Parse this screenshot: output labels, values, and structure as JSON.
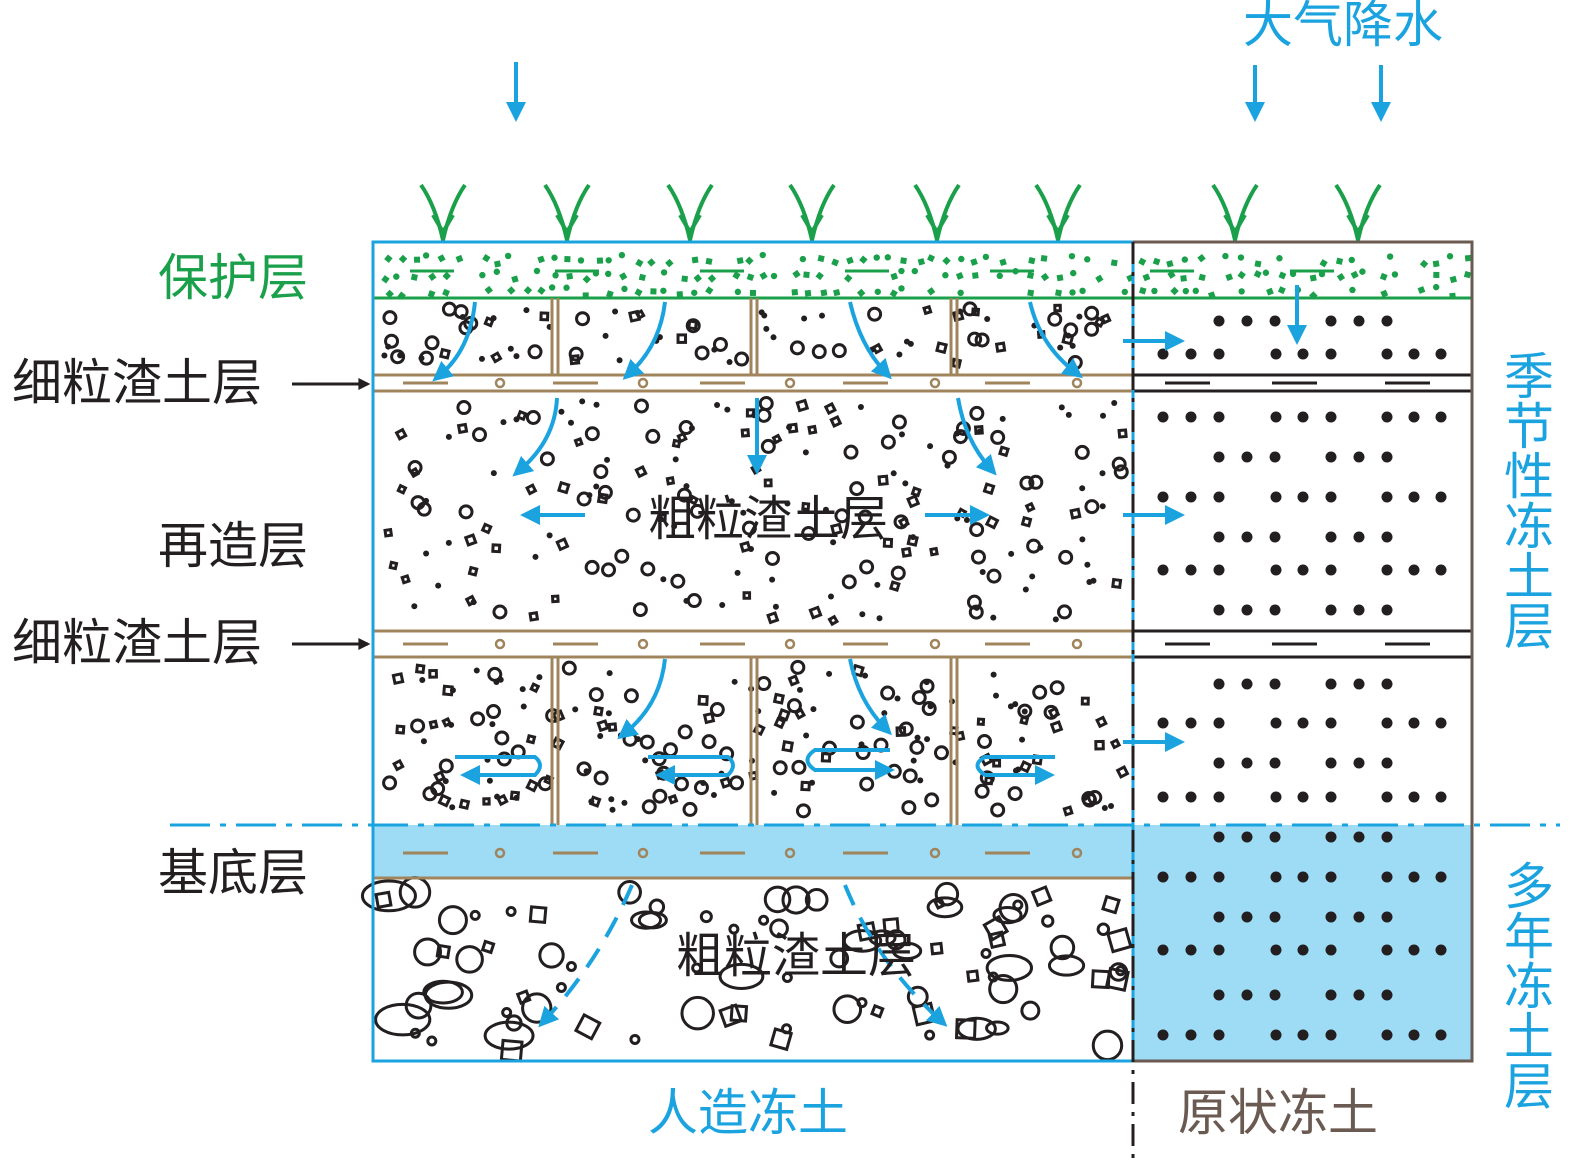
{
  "title": "大气降水",
  "colors": {
    "water_blue": "#1ba3e0",
    "frozen_fill": "#9edcf5",
    "green": "#1aa04a",
    "brown": "#a0845c",
    "natural_border": "#6b5a52",
    "black": "#231f20"
  },
  "left_labels": {
    "protective": "保护层",
    "fine_upper": "细粒渣土层",
    "rebuilt": "再造层",
    "fine_lower": "细粒渣土层",
    "base": "基底层"
  },
  "center_labels": {
    "coarse_middle": "粗粒渣土层",
    "coarse_bottom": "粗粒渣土层"
  },
  "bottom_labels": {
    "artificial": "人造冻土",
    "natural": "原状冻土"
  },
  "right_labels": {
    "seasonal": "季节性冻土层",
    "permafrost": "多年冻土层"
  },
  "icons": {
    "precipitation": "down-arrow-icon",
    "vegetation": "grass-sprout-icon",
    "seepage": "curved-arrow-icon",
    "lateral_flow": "right-arrow-icon"
  }
}
